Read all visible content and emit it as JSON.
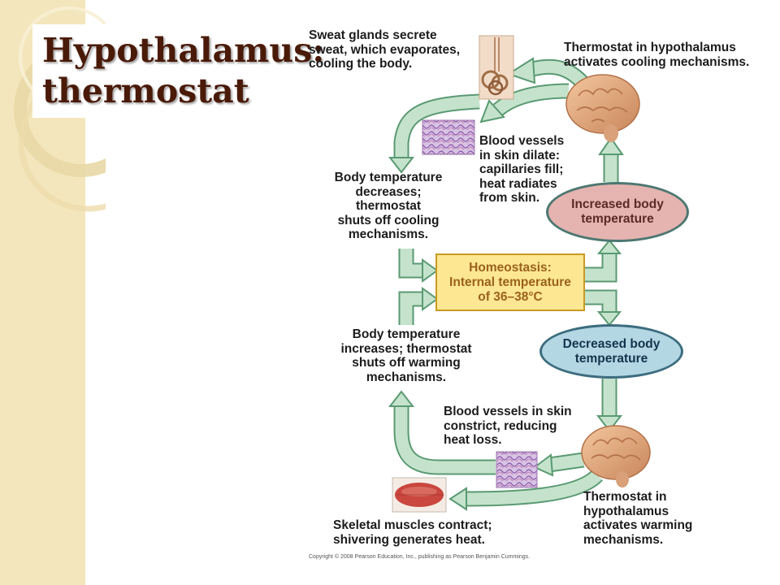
{
  "slide_title": {
    "line1": "Hypothalamus:",
    "line2": "thermostat"
  },
  "labels": {
    "sweat_glands": [
      "Sweat glands secrete",
      "sweat, which evaporates,",
      "cooling the body."
    ],
    "thermostat_cooling": [
      "Thermostat in hypothalamus",
      "activates cooling mechanisms."
    ],
    "vessels_dilate": [
      "Blood vessels",
      "in skin dilate:",
      "capillaries fill;",
      "heat radiates",
      "from skin."
    ],
    "temp_decreases": [
      "Body temperature",
      "decreases;",
      "thermostat",
      "shuts off cooling",
      "mechanisms."
    ],
    "temp_increases": [
      "Body temperature",
      "increases; thermostat",
      "shuts off warming",
      "mechanisms."
    ],
    "vessels_constrict": [
      "Blood vessels in skin",
      "constrict, reducing",
      "heat loss."
    ],
    "skeletal_muscles": [
      "Skeletal muscles contract;",
      "shivering generates heat."
    ],
    "thermostat_warming": [
      "Thermostat in",
      "hypothalamus",
      "activates warming",
      "mechanisms."
    ]
  },
  "increased_oval": [
    "Increased body",
    "temperature"
  ],
  "decreased_oval": [
    "Decreased body",
    "temperature"
  ],
  "homeostasis": [
    "Homeostasis:",
    "Internal temperature",
    "of 36–38°C"
  ],
  "copyright": "Copyright © 2008 Pearson Education, Inc., publishing as Pearson Benjamin Cummings.",
  "colors": {
    "arrow_fill": "#c5e3cc",
    "arrow_stroke": "#5a9a72",
    "increased_fill": "#e5b3b0",
    "decreased_fill": "#b4d7e4",
    "homeostasis_fill": "#fde792",
    "title_color": "#4a1a08",
    "side_panel": "#f4e6bc"
  }
}
